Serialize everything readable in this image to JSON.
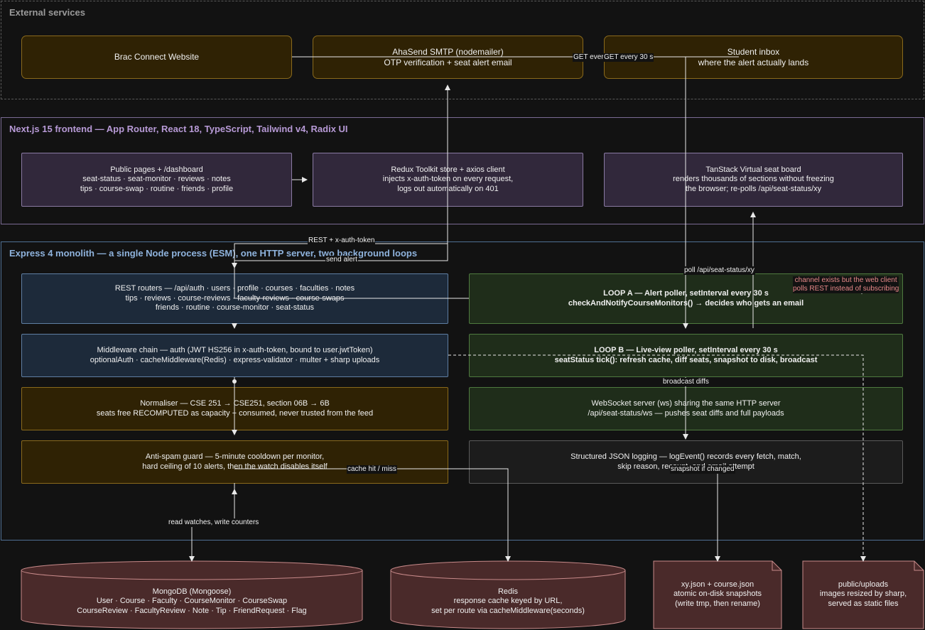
{
  "groups": {
    "external": {
      "title": "External services",
      "color": "#9a9a9a"
    },
    "frontend": {
      "title": "Next.js 15 frontend — App Router, React 18, TypeScript, Tailwind v4, Radix UI",
      "color": "#b79ad6"
    },
    "backend": {
      "title": "Express 4 monolith — a single Node process (ESM), one HTTP server, two background loops",
      "color": "#8fb3dd"
    }
  },
  "external_boxes": {
    "brac": {
      "line1": "Brac Connect Website"
    },
    "smtp": {
      "line1": "AhaSend SMTP (nodemailer)",
      "line2": "OTP verification + seat alert email"
    },
    "inbox": {
      "line1": "Student inbox",
      "line2": "where the alert actually lands"
    }
  },
  "frontend_boxes": {
    "pages": {
      "line1": "Public pages + /dashboard",
      "line2": "seat-status · seat-monitor · reviews · notes",
      "line3": "tips · course-swap · routine · friends · profile"
    },
    "redux": {
      "line1": "Redux Toolkit store + axios client",
      "line2": "injects x-auth-token on every request,",
      "line3": "logs out automatically on 401"
    },
    "tanstack": {
      "line1": "TanStack Virtual seat board",
      "line2": "renders thousands of sections without freezing",
      "line3": "the browser; re-polls /api/seat-status/xy"
    }
  },
  "backend_boxes": {
    "rest": {
      "line1": "REST routers — /api/auth · users · profile · courses · faculties · notes",
      "line2": "tips · reviews · course-reviews · faculty-reviews · course-swaps",
      "line3": "friends · routine · course-monitor · seat-status"
    },
    "middleware": {
      "line1": "Middleware chain — auth (JWT HS256 in x-auth-token, bound to user.jwtToken)",
      "line2": "optionalAuth · cacheMiddleware(Redis) · express-validator · multer + sharp uploads"
    },
    "normaliser": {
      "line1": "Normaliser — CSE 251 → CSE251, section 06B → 6B",
      "line2": "seats free RECOMPUTED as capacity − consumed, never trusted from the feed"
    },
    "antispam": {
      "line1": "Anti-spam guard — 5-minute cooldown per monitor,",
      "line2": "hard ceiling of 10 alerts, then the watch disables itself"
    },
    "loopa": {
      "line1": "LOOP A — Alert poller, setInterval every 30 s",
      "line2": "checkAndNotifyCourseMonitors() → decides who gets an email"
    },
    "loopb": {
      "line1": "LOOP B — Live-view poller, setInterval every 30 s",
      "line2": "seatStatus tick(): refresh cache, diff seats, snapshot to disk, broadcast"
    },
    "websocket": {
      "line1": "WebSocket server (ws) sharing the same HTTP server",
      "line2": "/api/seat-status/ws — pushes seat diffs and full payloads"
    },
    "logging": {
      "line1": "Structured JSON logging — logEvent() records every fetch, match,",
      "line2": "skip reason, recount, and email attempt"
    }
  },
  "stores": {
    "mongo": {
      "line1": "MongoDB (Mongoose)",
      "line2": "User · Course · Faculty · CourseMonitor · CourseSwap",
      "line3": "CourseReview · FacultyReview · Note · Tip · FriendRequest · Flag"
    },
    "redis": {
      "line1": "Redis",
      "line2": "response cache keyed by URL,",
      "line3": "set per route via cacheMiddleware(seconds)"
    },
    "xyjson": {
      "line1": "xy.json + course.json",
      "line2": "atomic on-disk snapshots",
      "line3": "(write tmp, then rename)"
    },
    "uploads": {
      "line1": "public/uploads",
      "line2": "images resized by sharp,",
      "line3": "served as static files"
    }
  },
  "edge_labels": {
    "get_a": "GET every 30 s",
    "get_b": "GET every 30 s",
    "rest_token": "REST + x-auth-token",
    "send_alert": "send alert",
    "poll_xy": "poll /api/seat-status/xy",
    "broadcast": "broadcast diffs",
    "cache_hit": "cache hit / miss",
    "snapshot": "snapshot if changed",
    "read_watches": "read watches, write counters"
  },
  "note": {
    "line1": "channel exists but the web client",
    "line2": "polls REST instead of subscribing"
  },
  "colors": {
    "edge": "#e8e8e8",
    "store_fill": "#4a2a2a",
    "store_stroke": "#c88a8a",
    "note": "#e88a8a"
  }
}
